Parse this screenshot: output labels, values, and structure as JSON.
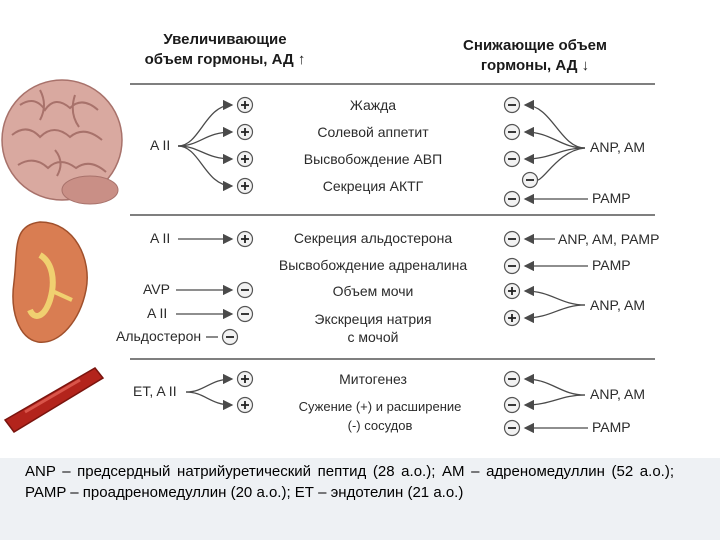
{
  "headers": {
    "increase": {
      "line1": "Увеличивающие",
      "line2": "объем гормоны, АД ↑"
    },
    "decrease": {
      "line1": "Снижающие объем",
      "line2": "гормоны, АД ↓"
    }
  },
  "center_labels": [
    "Жажда",
    "Солевой аппетит",
    "Высвобождение АВП",
    "Секреция АКТГ",
    "Секреция альдостерона",
    "Высвобождение адреналина",
    "Объем мочи",
    "Экскреция натрия",
    "с мочой",
    "Митогенез",
    "Сужение (+) и расширение",
    "(-) сосудов"
  ],
  "left_labels": [
    "A II",
    "A II",
    "AVP",
    "A II",
    "Альдостерон",
    "ET, A II"
  ],
  "right_labels": [
    "ANP, AM",
    "PAMP",
    "ANP, AM, PAMP",
    "PAMP",
    "ANP, AM",
    "ANP, AM",
    "PAMP"
  ],
  "signs": {
    "plus": "+",
    "minus": "−"
  },
  "footer": "ANP – предсердный натрийуретический пептид (28 а.о.); АМ – адреномедуллин (52 а.о.); PAMP – проадреномедуллин (20 а.о.); ЕТ – эндотелин (21 а.о.)",
  "colors": {
    "line": "#4a4a4a",
    "text": "#2b2b2b",
    "circle_fill": "#f2f2f2",
    "brain": "#d9a9a0",
    "kidney": "#d97d52",
    "vessel": "#b3241c",
    "footer_bg": "#eef1f4"
  }
}
